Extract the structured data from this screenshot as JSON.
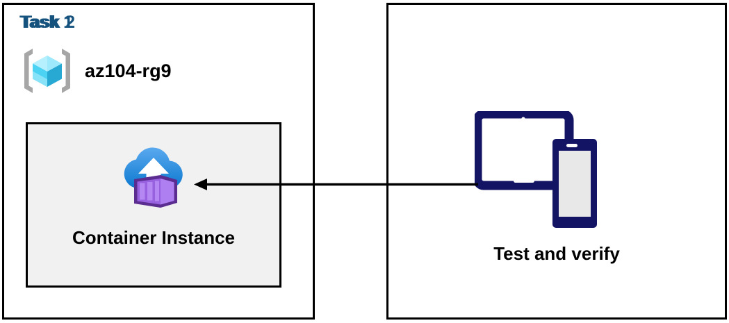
{
  "diagram": {
    "title_color": "#15527e",
    "panels": [
      {
        "id": "task1",
        "title": "Task 1",
        "resource_group": {
          "icon": "azure-resource-group-icon",
          "label": "az104-rg9"
        },
        "resource_card": {
          "icon": "azure-container-instance-icon",
          "label": "Container Instance",
          "fill_color": "#f1f1f1",
          "border_color": "#000000"
        }
      },
      {
        "id": "task2",
        "title": "Task 2",
        "devices": {
          "icon": "tablet-and-phone-icon",
          "label": "Test and verify",
          "color": "#141464"
        }
      }
    ],
    "connector": {
      "name": "arrow-task2-to-container-instance",
      "direction": "right-to-left",
      "color": "#000000"
    },
    "palette": {
      "cube_light": "#8ee6fb",
      "cube_mid": "#32c8f0",
      "cube_dark": "#1fa3cd",
      "bracket_gray": "#a6a6a6",
      "cloud_top": "#59a9ee",
      "cloud_bottom": "#0f7cd0",
      "container_face": "#ad7ff0",
      "container_side": "#9761e0",
      "container_outline": "#5c2d91",
      "device_navy": "#141464",
      "phone_screen": "#e8e8e8"
    }
  }
}
